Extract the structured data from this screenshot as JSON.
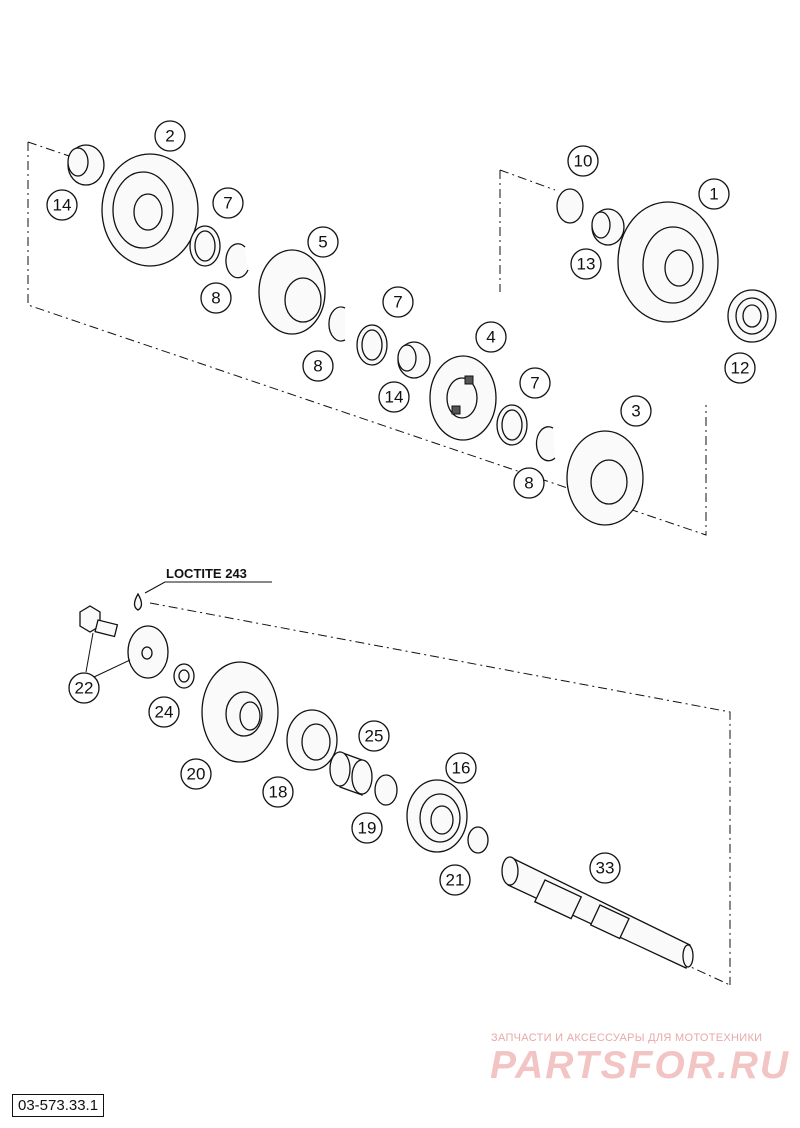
{
  "diagram": {
    "reference_code": "03-573.33.1",
    "note_label": "LOCTITE 243",
    "callouts": [
      {
        "id": "c2",
        "num": "2"
      },
      {
        "id": "c14a",
        "num": "14"
      },
      {
        "id": "c7a",
        "num": "7"
      },
      {
        "id": "c8a",
        "num": "8"
      },
      {
        "id": "c5",
        "num": "5"
      },
      {
        "id": "c7b",
        "num": "7"
      },
      {
        "id": "c8b",
        "num": "8"
      },
      {
        "id": "c14b",
        "num": "14"
      },
      {
        "id": "c4",
        "num": "4"
      },
      {
        "id": "c7c",
        "num": "7"
      },
      {
        "id": "c8c",
        "num": "8"
      },
      {
        "id": "c3",
        "num": "3"
      },
      {
        "id": "c10",
        "num": "10"
      },
      {
        "id": "c1",
        "num": "1"
      },
      {
        "id": "c13",
        "num": "13"
      },
      {
        "id": "c12",
        "num": "12"
      },
      {
        "id": "c22",
        "num": "22"
      },
      {
        "id": "c24",
        "num": "24"
      },
      {
        "id": "c20",
        "num": "20"
      },
      {
        "id": "c18",
        "num": "18"
      },
      {
        "id": "c25",
        "num": "25"
      },
      {
        "id": "c19",
        "num": "19"
      },
      {
        "id": "c16",
        "num": "16"
      },
      {
        "id": "c21",
        "num": "21"
      },
      {
        "id": "c33",
        "num": "33"
      }
    ]
  },
  "watermark": {
    "tagline": "ЗАПЧАСТИ И АКСЕССУАРЫ ДЛЯ МОТОТЕХНИКИ",
    "brand": "PARTSFOR.RU"
  }
}
